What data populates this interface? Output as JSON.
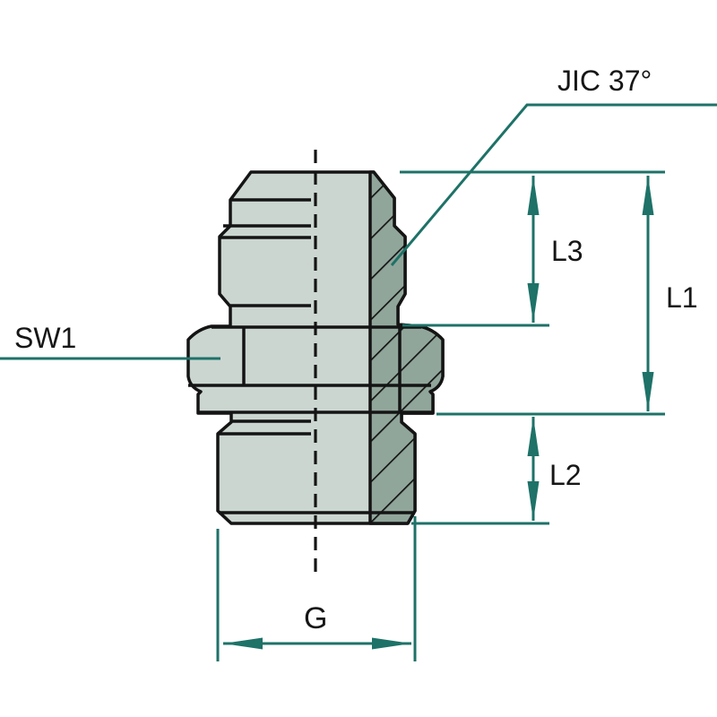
{
  "drawing": {
    "labels": {
      "thread_angle": "JIC 37°",
      "wrench_flat": "SW1",
      "length_l3": "L3",
      "length_l1": "L1",
      "length_l2": "L2",
      "thread_g": "G"
    },
    "colors": {
      "dimension": "#1e7268",
      "outline": "#141414",
      "body_fill": "#cbd6d0",
      "thread_fill": "#91a69b",
      "background": "#ffffff",
      "label_text": "#161616"
    }
  }
}
